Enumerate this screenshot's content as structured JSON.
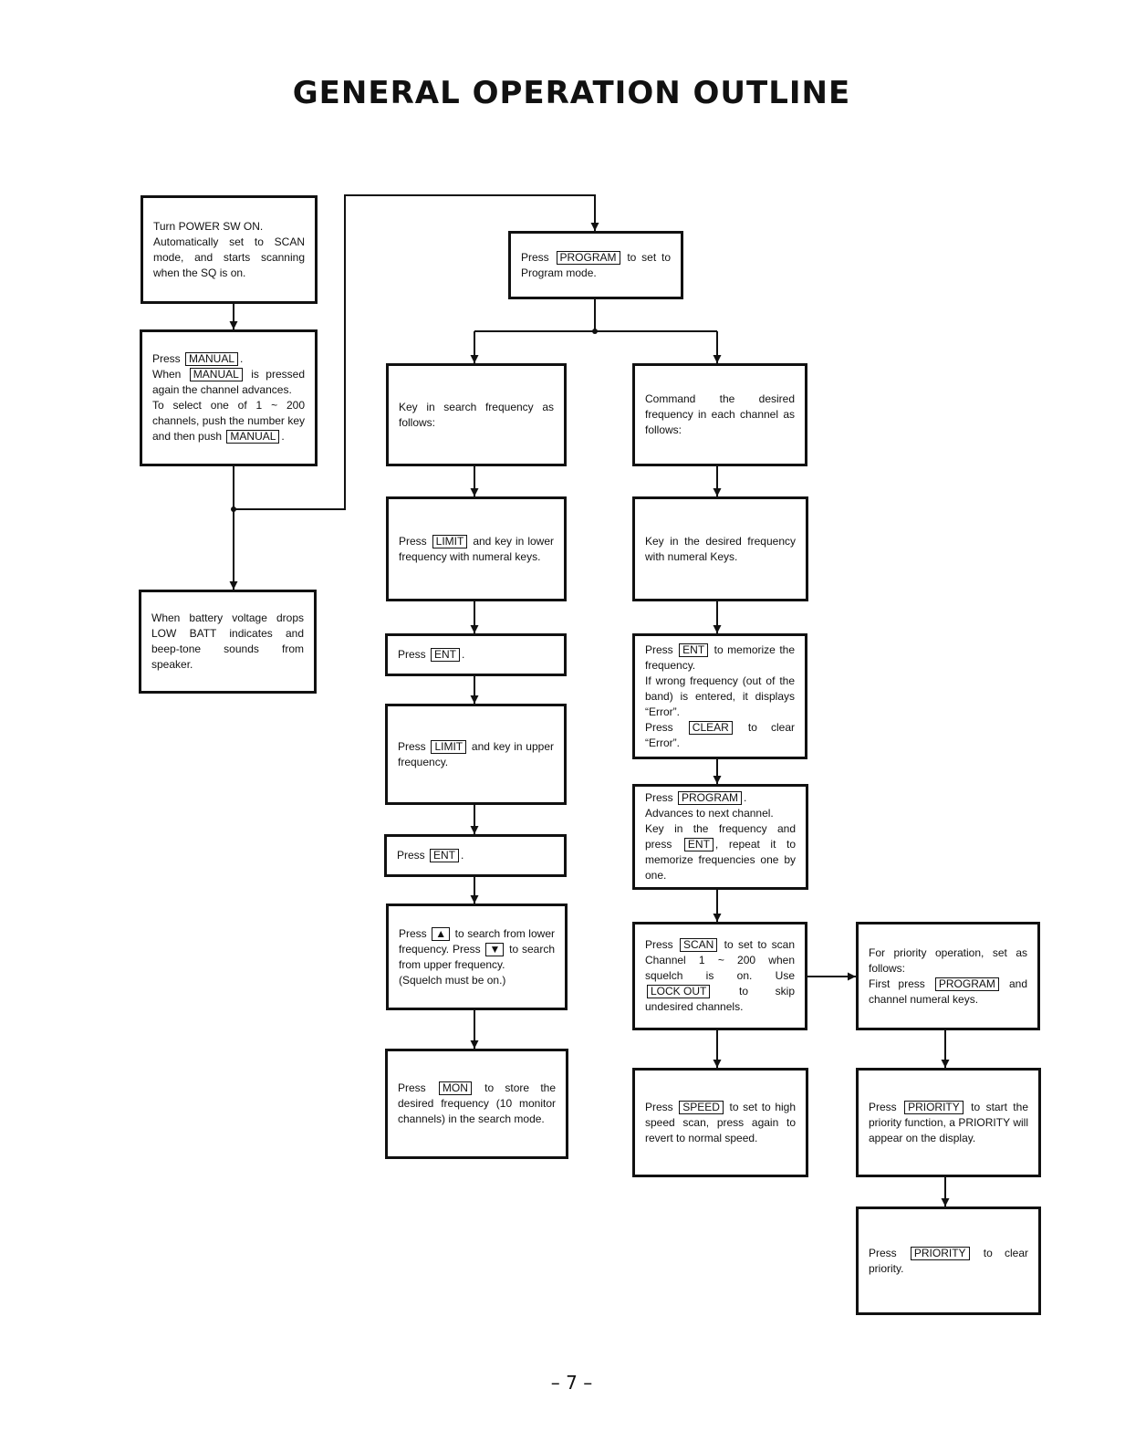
{
  "title": "GENERAL OPERATION OUTLINE",
  "page_number": "– 7 –",
  "boxes": {
    "power_on": [
      {
        "t": "Turn POWER SW ON."
      },
      {
        "br": true
      },
      {
        "t": "Automatically set to SCAN mode, and starts scanning when the SQ is on."
      }
    ],
    "manual": [
      {
        "t": "Press "
      },
      {
        "k": "MANUAL"
      },
      {
        "t": "."
      },
      {
        "br": true
      },
      {
        "t": "When "
      },
      {
        "k": "MANUAL"
      },
      {
        "t": " is pressed again the channel advances."
      },
      {
        "br": true
      },
      {
        "t": "To select one of 1 ~ 200 channels, push the number key and then push "
      },
      {
        "k": "MANUAL"
      },
      {
        "t": "."
      }
    ],
    "low_batt": [
      {
        "t": "When battery voltage drops LOW BATT indicates and beep-tone sounds from speaker."
      }
    ],
    "program_mode": [
      {
        "t": "Press "
      },
      {
        "k": "PROGRAM"
      },
      {
        "t": " to set to Program mode."
      }
    ],
    "search_freq": [
      {
        "t": "Key in search frequency as follows:"
      }
    ],
    "limit_lower": [
      {
        "t": "Press "
      },
      {
        "k": "LIMIT"
      },
      {
        "t": " and key in lower frequency with numeral keys."
      }
    ],
    "ent_1": [
      {
        "t": "Press "
      },
      {
        "k": "ENT"
      },
      {
        "t": "."
      }
    ],
    "limit_upper": [
      {
        "t": "Press "
      },
      {
        "k": "LIMIT"
      },
      {
        "t": " and key in upper frequency."
      }
    ],
    "ent_2": [
      {
        "t": "Press "
      },
      {
        "k": "ENT"
      },
      {
        "t": "."
      }
    ],
    "search_updown": [
      {
        "t": "Press "
      },
      {
        "k": "▲"
      },
      {
        "t": " to search from lower frequency. Press "
      },
      {
        "k": "▼"
      },
      {
        "t": " to search from upper frequency."
      },
      {
        "br": true
      },
      {
        "t": "(Squelch must be on.)"
      }
    ],
    "mon_store": [
      {
        "t": "Press "
      },
      {
        "k": "MON"
      },
      {
        "t": " to store the desired frequency (10 monitor channels) in the search mode."
      }
    ],
    "command_freq": [
      {
        "t": "Command the desired frequency in each channel as follows:"
      }
    ],
    "key_in_freq": [
      {
        "t": "Key in the desired frequency with numeral Keys."
      }
    ],
    "ent_memorize": [
      {
        "t": "Press "
      },
      {
        "k": "ENT"
      },
      {
        "t": " to memorize the frequency."
      },
      {
        "br": true
      },
      {
        "t": "If wrong frequency (out of the band) is entered, it displays “Error”."
      },
      {
        "br": true
      },
      {
        "t": "Press "
      },
      {
        "k": "CLEAR"
      },
      {
        "t": " to clear “Error”."
      }
    ],
    "program_next": [
      {
        "t": "Press "
      },
      {
        "k": "PROGRAM"
      },
      {
        "t": "."
      },
      {
        "br": true
      },
      {
        "t": "Advances to next channel."
      },
      {
        "br": true
      },
      {
        "t": "Key in the frequency and press "
      },
      {
        "k": "ENT"
      },
      {
        "t": ", repeat it to memorize frequencies one by one."
      }
    ],
    "scan": [
      {
        "t": "Press "
      },
      {
        "k": "SCAN"
      },
      {
        "t": " to set to scan Channel 1 ~ 200 when squelch is on. Use "
      },
      {
        "k": "LOCK OUT"
      },
      {
        "t": " to skip undesired channels."
      }
    ],
    "speed": [
      {
        "t": "Press "
      },
      {
        "k": "SPEED"
      },
      {
        "t": " to set to high speed scan, press again to revert to normal speed."
      }
    ],
    "priority_setup": [
      {
        "t": "For priority operation, set as follows:"
      },
      {
        "br": true
      },
      {
        "t": "First press "
      },
      {
        "k": "PROGRAM"
      },
      {
        "t": " and channel numeral keys."
      }
    ],
    "priority_start": [
      {
        "t": "Press "
      },
      {
        "k": "PRIORITY"
      },
      {
        "t": " to start the priority function, a PRIORITY will appear on the display."
      }
    ],
    "priority_clear": [
      {
        "t": "Press "
      },
      {
        "k": "PRIORITY"
      },
      {
        "t": " to clear priority."
      }
    ]
  }
}
